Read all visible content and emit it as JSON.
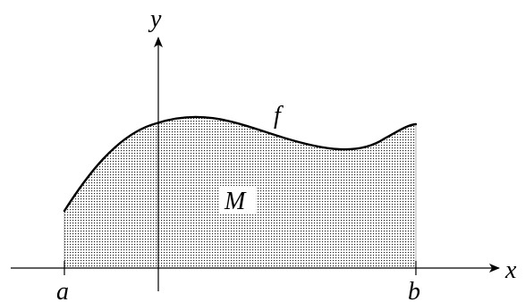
{
  "labels": {
    "y_axis": "y",
    "x_axis": "x",
    "a": "a",
    "b": "b",
    "f": "f",
    "M": "M"
  },
  "colors": {
    "stroke": "#000000",
    "region_dots": "#000000",
    "label_background": "#ffffff"
  }
}
